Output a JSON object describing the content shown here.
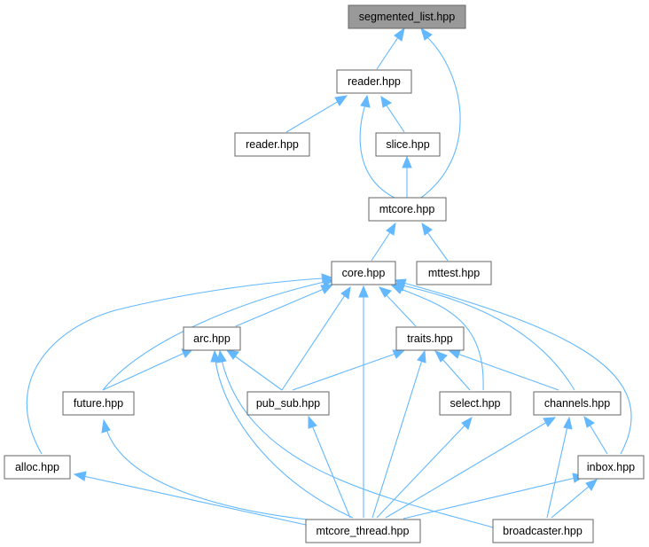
{
  "nodes": {
    "segmented_list": "segmented_list.hpp",
    "reader_main": "reader.hpp",
    "reader_left": "reader.hpp",
    "slice": "slice.hpp",
    "mtcore": "mtcore.hpp",
    "core": "core.hpp",
    "mttest": "mttest.hpp",
    "arc": "arc.hpp",
    "traits": "traits.hpp",
    "future": "future.hpp",
    "pub_sub": "pub_sub.hpp",
    "select": "select.hpp",
    "channels": "channels.hpp",
    "alloc": "alloc.hpp",
    "inbox": "inbox.hpp",
    "mtcore_thread": "mtcore_thread.hpp",
    "broadcaster": "broadcaster.hpp"
  },
  "colors": {
    "edge": "#63b8ff",
    "node_border": "#666666",
    "root_fill": "#999999"
  }
}
